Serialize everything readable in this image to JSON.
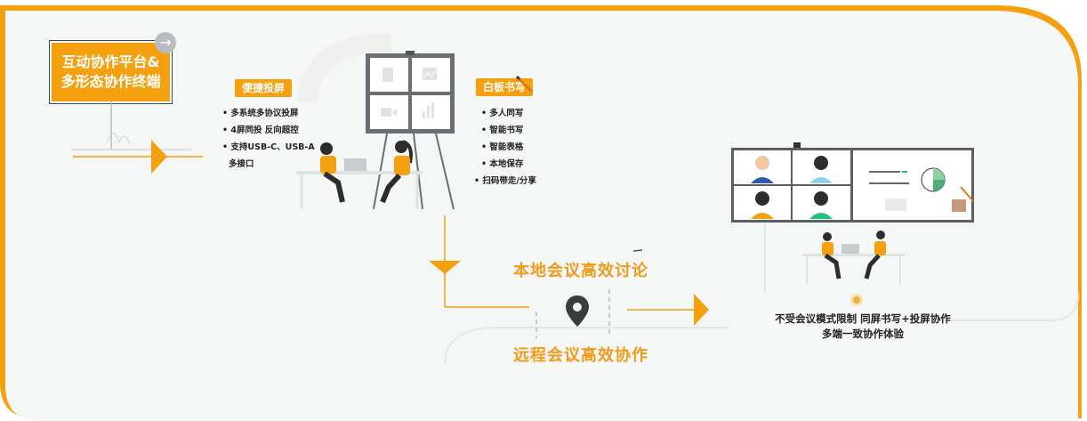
{
  "platform": {
    "line1": "互动协作平台&",
    "line2": "多形态协作终端"
  },
  "projection": {
    "tag": "便捷投屏",
    "items": [
      "多系统多协议投屏",
      "4屏同投  反向超控",
      "支持USB-C、USB-A"
    ],
    "continuation": "多接口"
  },
  "whiteboard": {
    "tag": "白板书写",
    "items": [
      "多人同写",
      "智能书写",
      "智能表格",
      "本地保存",
      "扫码带走/分享"
    ]
  },
  "local_title": "本地会议高效讨论",
  "remote_title": "远程会议高效协作",
  "summary": {
    "line1": "不受会议模式限制  同屏书写+投屏协作",
    "line2": "多端一致协作体验"
  },
  "colors": {
    "accent": "#f5a00f",
    "title_orange": "#f19b1a",
    "panel": "#f5f6f6"
  },
  "icons": [
    "arrow-right-icon",
    "document-icon",
    "image-icon",
    "video-icon",
    "bar-chart-icon",
    "pen-icon",
    "location-pin-icon"
  ]
}
